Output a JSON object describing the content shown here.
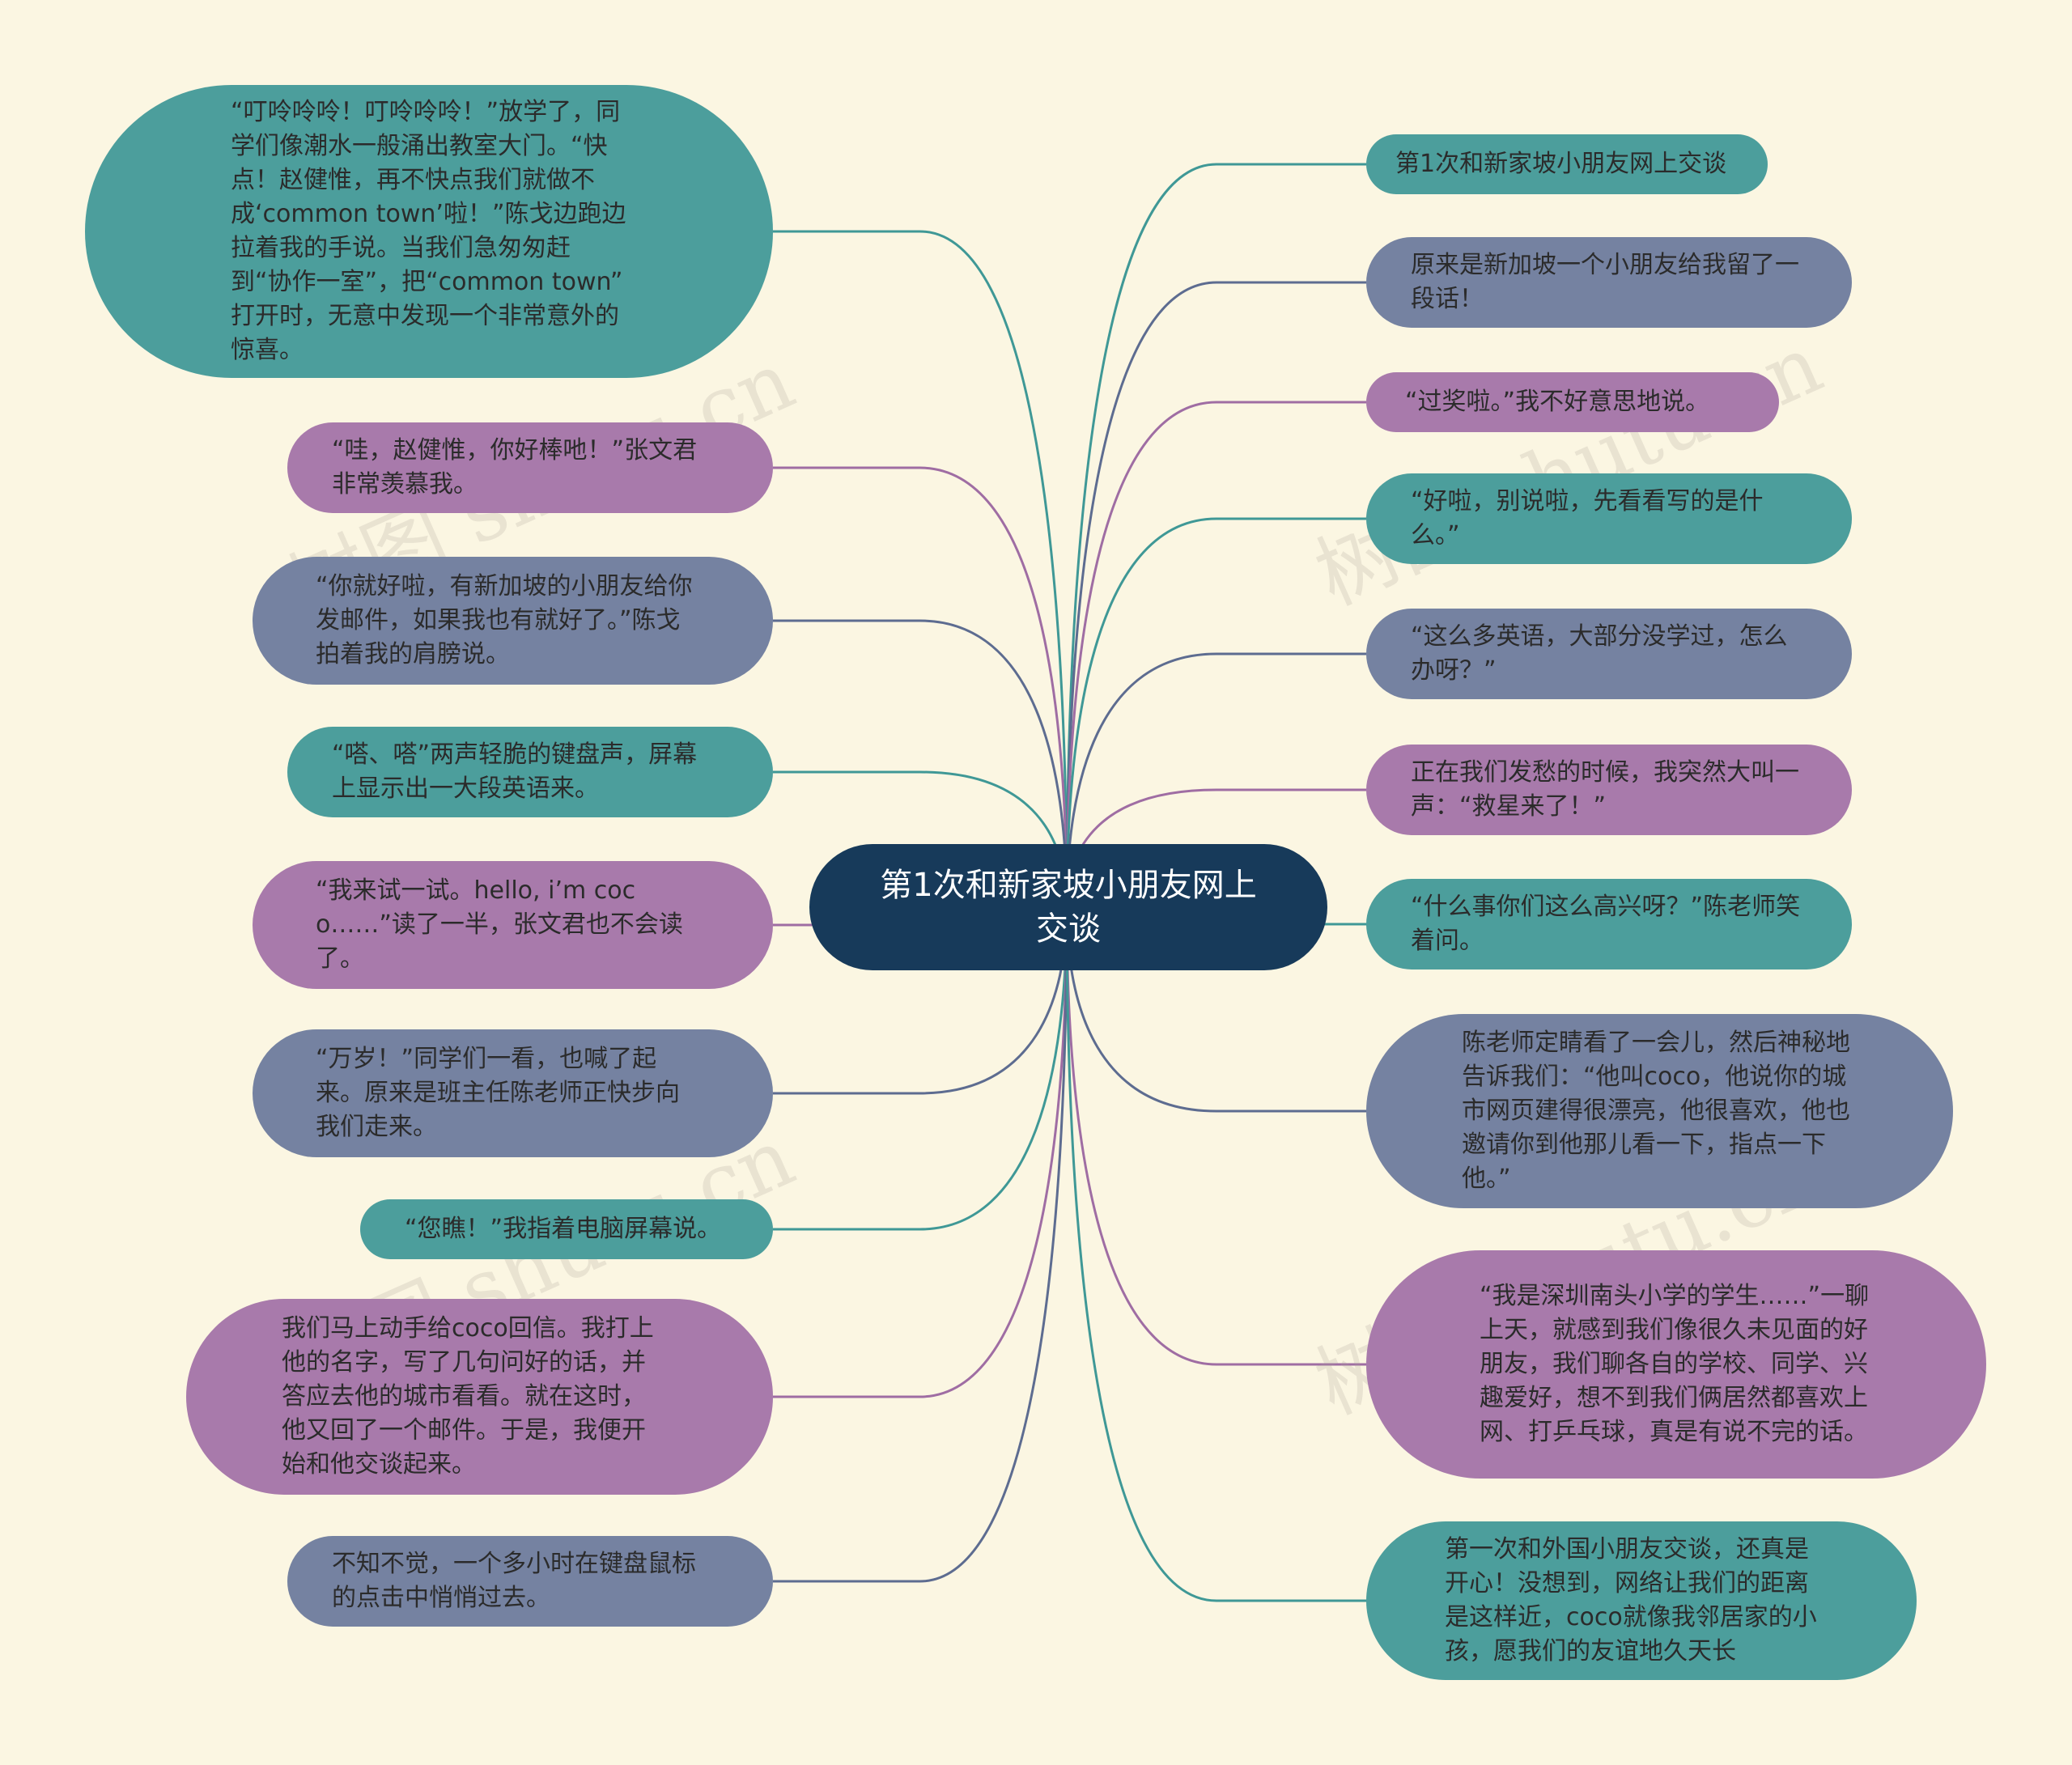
{
  "colors": {
    "background": "#fbf6e2",
    "root": "#173a5a",
    "teal": "#4c9e9c",
    "purple": "#a87aab",
    "slate": "#7582a1",
    "link_teal": "#3f9896",
    "link_purple": "#9f6da3",
    "link_slate": "#5d6c90"
  },
  "watermark": "树图 shutu.cn",
  "root": {
    "label": "第1次和新家坡小朋友网上交谈"
  },
  "left_nodes": [
    {
      "text": "“叮呤呤呤！叮呤呤呤！”放学了，同学们像潮水一般涌出教室大门。“快点！赵健惟，再不快点我们就做不成‘common town’啦！”陈戈边跑边拉着我的手说。当我们急匆匆赶到“协作一室”，把“common town” 打开时，无意中发现一个非常意外的惊喜。",
      "color": "teal"
    },
    {
      "text": "“哇，赵健惟，你好棒吔！”张文君非常羡慕我。",
      "color": "purple"
    },
    {
      "text": "“你就好啦，有新加坡的小朋友给你发邮件，如果我也有就好了。”陈戈拍着我的肩膀说。",
      "color": "slate"
    },
    {
      "text": "“嗒、嗒”两声轻脆的键盘声，屏幕上显示出一大段英语来。",
      "color": "teal"
    },
    {
      "text": "“我来试一试。hello, i’m coco……”读了一半，张文君也不会读了。",
      "color": "purple"
    },
    {
      "text": "“万岁！”同学们一看，也喊了起来。原来是班主任陈老师正快步向我们走来。",
      "color": "slate"
    },
    {
      "text": "“您瞧！”我指着电脑屏幕说。",
      "color": "teal"
    },
    {
      "text": "我们马上动手给coco回信。我打上他的名字，写了几句问好的话，并答应去他的城市看看。就在这时，他又回了一个邮件。于是，我便开始和他交谈起来。",
      "color": "purple"
    },
    {
      "text": "不知不觉，一个多小时在键盘鼠标的点击中悄悄过去。",
      "color": "slate"
    }
  ],
  "right_nodes": [
    {
      "text": "第1次和新家坡小朋友网上交谈",
      "color": "teal"
    },
    {
      "text": "原来是新加坡一个小朋友给我留了一段话！",
      "color": "slate"
    },
    {
      "text": "“过奖啦。”我不好意思地说。",
      "color": "purple"
    },
    {
      "text": "“好啦，别说啦，先看看写的是什么。”",
      "color": "teal"
    },
    {
      "text": "“这么多英语，大部分没学过，怎么办呀？”",
      "color": "slate"
    },
    {
      "text": "正在我们发愁的时候，我突然大叫一声：“救星来了！”",
      "color": "purple"
    },
    {
      "text": "“什么事你们这么高兴呀？”陈老师笑着问。",
      "color": "teal"
    },
    {
      "text": "陈老师定睛看了一会儿，然后神秘地告诉我们：“他叫coco，他说你的城市网页建得很漂亮，他很喜欢，他也邀请你到他那儿看一下，指点一下他。”",
      "color": "slate"
    },
    {
      "text": "“我是深圳南头小学的学生……”一聊上天，就感到我们像很久未见面的好朋友，我们聊各自的学校、同学、兴趣爱好，想不到我们俩居然都喜欢上网、打乒乓球，真是有说不完的话。",
      "color": "purple"
    },
    {
      "text": "第一次和外国小朋友交谈，还真是开心！没想到，网络让我们的距离是这样近，coco就像我邻居家的小孩，愿我们的友谊地久天长",
      "color": "teal"
    }
  ]
}
